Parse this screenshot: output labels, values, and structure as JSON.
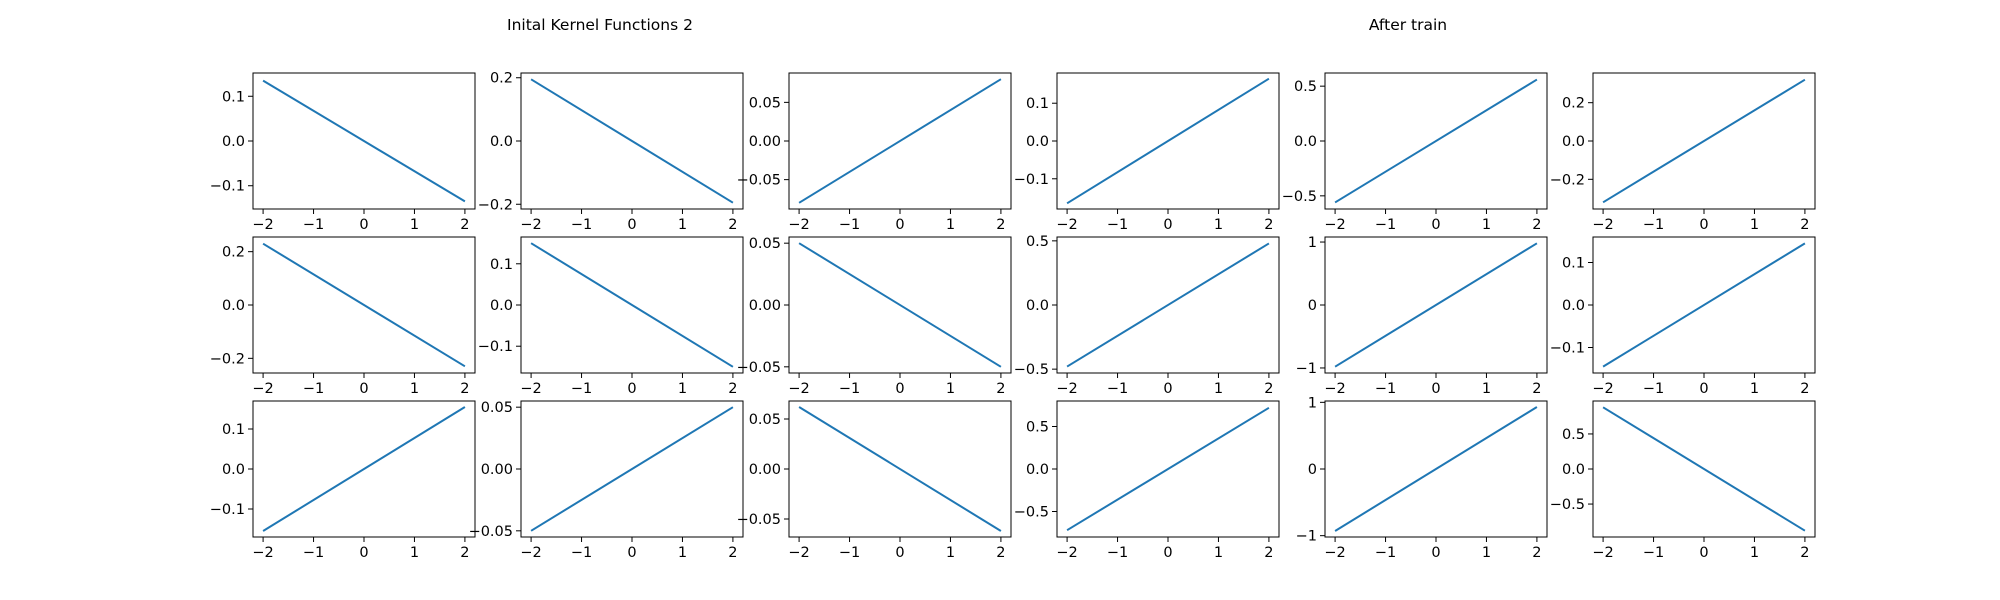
{
  "figure": {
    "title_left": "Inital Kernel Functions 2",
    "title_right": "After train",
    "line_color": "#1f77b4"
  },
  "chart_data": [
    {
      "type": "line",
      "x": [
        -2,
        2
      ],
      "y": [
        0.135,
        -0.135
      ],
      "ylim": [
        -0.152,
        0.152
      ],
      "xticks": [
        -2,
        -1,
        0,
        1,
        2
      ],
      "xtick_labels": [
        "−2",
        "−1",
        "0",
        "1",
        "2"
      ],
      "yticks": [
        -0.1,
        0,
        0.1
      ],
      "ytick_labels": [
        "−0.1",
        "0.0",
        "0.1"
      ]
    },
    {
      "type": "line",
      "x": [
        -2,
        2
      ],
      "y": [
        0.195,
        -0.195
      ],
      "ylim": [
        -0.215,
        0.215
      ],
      "xticks": [
        -2,
        -1,
        0,
        1,
        2
      ],
      "xtick_labels": [
        "−2",
        "−1",
        "0",
        "1",
        "2"
      ],
      "yticks": [
        -0.2,
        0,
        0.2
      ],
      "ytick_labels": [
        "−0.2",
        "0.0",
        "0.2"
      ]
    },
    {
      "type": "line",
      "x": [
        -2,
        2
      ],
      "y": [
        -0.08,
        0.08
      ],
      "ylim": [
        -0.088,
        0.088
      ],
      "xticks": [
        -2,
        -1,
        0,
        1,
        2
      ],
      "xtick_labels": [
        "−2",
        "−1",
        "0",
        "1",
        "2"
      ],
      "yticks": [
        -0.05,
        0,
        0.05
      ],
      "ytick_labels": [
        "−0.05",
        "0.00",
        "0.05"
      ]
    },
    {
      "type": "line",
      "x": [
        -2,
        2
      ],
      "y": [
        -0.165,
        0.165
      ],
      "ylim": [
        -0.18,
        0.18
      ],
      "xticks": [
        -2,
        -1,
        0,
        1,
        2
      ],
      "xtick_labels": [
        "−2",
        "−1",
        "0",
        "1",
        "2"
      ],
      "yticks": [
        -0.1,
        0,
        0.1
      ],
      "ytick_labels": [
        "−0.1",
        "0.0",
        "0.1"
      ]
    },
    {
      "type": "line",
      "x": [
        -2,
        2
      ],
      "y": [
        -0.56,
        0.56
      ],
      "ylim": [
        -0.62,
        0.62
      ],
      "xticks": [
        -2,
        -1,
        0,
        1,
        2
      ],
      "xtick_labels": [
        "−2",
        "−1",
        "0",
        "1",
        "2"
      ],
      "yticks": [
        -0.5,
        0,
        0.5
      ],
      "ytick_labels": [
        "−0.5",
        "0.0",
        "0.5"
      ]
    },
    {
      "type": "line",
      "x": [
        -2,
        2
      ],
      "y": [
        -0.32,
        0.32
      ],
      "ylim": [
        -0.355,
        0.355
      ],
      "xticks": [
        -2,
        -1,
        0,
        1,
        2
      ],
      "xtick_labels": [
        "−2",
        "−1",
        "0",
        "1",
        "2"
      ],
      "yticks": [
        -0.2,
        0,
        0.2
      ],
      "ytick_labels": [
        "−0.2",
        "0.0",
        "0.2"
      ]
    },
    {
      "type": "line",
      "x": [
        -2,
        2
      ],
      "y": [
        0.23,
        -0.23
      ],
      "ylim": [
        -0.255,
        0.255
      ],
      "xticks": [
        -2,
        -1,
        0,
        1,
        2
      ],
      "xtick_labels": [
        "−2",
        "−1",
        "0",
        "1",
        "2"
      ],
      "yticks": [
        -0.2,
        0,
        0.2
      ],
      "ytick_labels": [
        "−0.2",
        "0.0",
        "0.2"
      ]
    },
    {
      "type": "line",
      "x": [
        -2,
        2
      ],
      "y": [
        0.15,
        -0.15
      ],
      "ylim": [
        -0.165,
        0.165
      ],
      "xticks": [
        -2,
        -1,
        0,
        1,
        2
      ],
      "xtick_labels": [
        "−2",
        "−1",
        "0",
        "1",
        "2"
      ],
      "yticks": [
        -0.1,
        0,
        0.1
      ],
      "ytick_labels": [
        "−0.1",
        "0.0",
        "0.1"
      ]
    },
    {
      "type": "line",
      "x": [
        -2,
        2
      ],
      "y": [
        0.05,
        -0.05
      ],
      "ylim": [
        -0.055,
        0.055
      ],
      "xticks": [
        -2,
        -1,
        0,
        1,
        2
      ],
      "xtick_labels": [
        "−2",
        "−1",
        "0",
        "1",
        "2"
      ],
      "yticks": [
        -0.05,
        0,
        0.05
      ],
      "ytick_labels": [
        "−0.05",
        "0.00",
        "0.05"
      ]
    },
    {
      "type": "line",
      "x": [
        -2,
        2
      ],
      "y": [
        -0.48,
        0.48
      ],
      "ylim": [
        -0.53,
        0.53
      ],
      "xticks": [
        -2,
        -1,
        0,
        1,
        2
      ],
      "xtick_labels": [
        "−2",
        "−1",
        "0",
        "1",
        "2"
      ],
      "yticks": [
        -0.5,
        0,
        0.5
      ],
      "ytick_labels": [
        "−0.5",
        "0.0",
        "0.5"
      ]
    },
    {
      "type": "line",
      "x": [
        -2,
        2
      ],
      "y": [
        -0.98,
        0.98
      ],
      "ylim": [
        -1.08,
        1.08
      ],
      "xticks": [
        -2,
        -1,
        0,
        1,
        2
      ],
      "xtick_labels": [
        "−2",
        "−1",
        "0",
        "1",
        "2"
      ],
      "yticks": [
        -1,
        0,
        1
      ],
      "ytick_labels": [
        "−1",
        "0",
        "1"
      ]
    },
    {
      "type": "line",
      "x": [
        -2,
        2
      ],
      "y": [
        -0.145,
        0.145
      ],
      "ylim": [
        -0.16,
        0.16
      ],
      "xticks": [
        -2,
        -1,
        0,
        1,
        2
      ],
      "xtick_labels": [
        "−2",
        "−1",
        "0",
        "1",
        "2"
      ],
      "yticks": [
        -0.1,
        0,
        0.1
      ],
      "ytick_labels": [
        "−0.1",
        "0.0",
        "0.1"
      ]
    },
    {
      "type": "line",
      "x": [
        -2,
        2
      ],
      "y": [
        -0.155,
        0.155
      ],
      "ylim": [
        -0.17,
        0.17
      ],
      "xticks": [
        -2,
        -1,
        0,
        1,
        2
      ],
      "xtick_labels": [
        "−2",
        "−1",
        "0",
        "1",
        "2"
      ],
      "yticks": [
        -0.1,
        0,
        0.1
      ],
      "ytick_labels": [
        "−0.1",
        "0.0",
        "0.1"
      ]
    },
    {
      "type": "line",
      "x": [
        -2,
        2
      ],
      "y": [
        -0.05,
        0.05
      ],
      "ylim": [
        -0.055,
        0.055
      ],
      "xticks": [
        -2,
        -1,
        0,
        1,
        2
      ],
      "xtick_labels": [
        "−2",
        "−1",
        "0",
        "1",
        "2"
      ],
      "yticks": [
        -0.05,
        0,
        0.05
      ],
      "ytick_labels": [
        "−0.05",
        "0.00",
        "0.05"
      ]
    },
    {
      "type": "line",
      "x": [
        -2,
        2
      ],
      "y": [
        0.062,
        -0.062
      ],
      "ylim": [
        -0.068,
        0.068
      ],
      "xticks": [
        -2,
        -1,
        0,
        1,
        2
      ],
      "xtick_labels": [
        "−2",
        "−1",
        "0",
        "1",
        "2"
      ],
      "yticks": [
        -0.05,
        0,
        0.05
      ],
      "ytick_labels": [
        "−0.05",
        "0.00",
        "0.05"
      ]
    },
    {
      "type": "line",
      "x": [
        -2,
        2
      ],
      "y": [
        -0.72,
        0.72
      ],
      "ylim": [
        -0.8,
        0.8
      ],
      "xticks": [
        -2,
        -1,
        0,
        1,
        2
      ],
      "xtick_labels": [
        "−2",
        "−1",
        "0",
        "1",
        "2"
      ],
      "yticks": [
        -0.5,
        0,
        0.5
      ],
      "ytick_labels": [
        "−0.5",
        "0.0",
        "0.5"
      ]
    },
    {
      "type": "line",
      "x": [
        -2,
        2
      ],
      "y": [
        -0.93,
        0.93
      ],
      "ylim": [
        -1.02,
        1.02
      ],
      "xticks": [
        -2,
        -1,
        0,
        1,
        2
      ],
      "xtick_labels": [
        "−2",
        "−1",
        "0",
        "1",
        "2"
      ],
      "yticks": [
        -1,
        0,
        1
      ],
      "ytick_labels": [
        "−1",
        "0",
        "1"
      ]
    },
    {
      "type": "line",
      "x": [
        -2,
        2
      ],
      "y": [
        0.88,
        -0.88
      ],
      "ylim": [
        -0.97,
        0.97
      ],
      "xticks": [
        -2,
        -1,
        0,
        1,
        2
      ],
      "xtick_labels": [
        "−2",
        "−1",
        "0",
        "1",
        "2"
      ],
      "yticks": [
        -0.5,
        0,
        0.5
      ],
      "ytick_labels": [
        "−0.5",
        "0.0",
        "0.5"
      ]
    }
  ]
}
